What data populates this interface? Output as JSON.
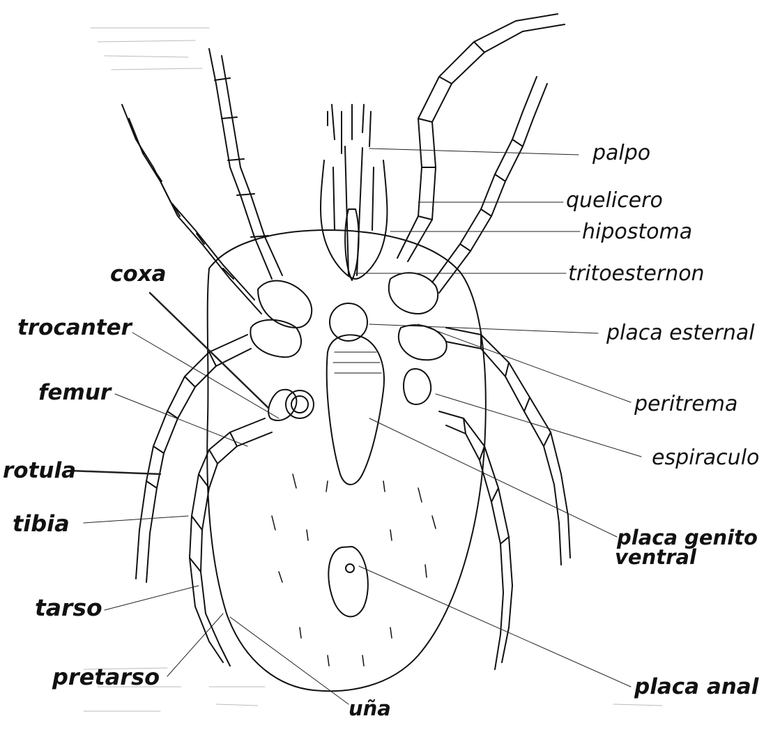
{
  "diagram": {
    "labels": {
      "palpo": "palpo",
      "quelicero": "quelicero",
      "hipostoma": "hipostoma",
      "tritoesternon": "tritoesternon",
      "placa_esternal": "placa esternal",
      "peritrema": "peritrema",
      "espiraculo": "espiraculo",
      "placa_genito_ventral_1": "placa genito",
      "placa_genito_ventral_2": "ventral",
      "placa_anal": "placa anal",
      "una": "uña",
      "coxa": "coxa",
      "trocanter": "trocanter",
      "femur": "femur",
      "rotula": "rotula",
      "tibia": "tibia",
      "tarso": "tarso",
      "pretarso": "pretarso"
    },
    "colors": {
      "ink": "#111111",
      "faint": "#bbbbbb"
    }
  }
}
